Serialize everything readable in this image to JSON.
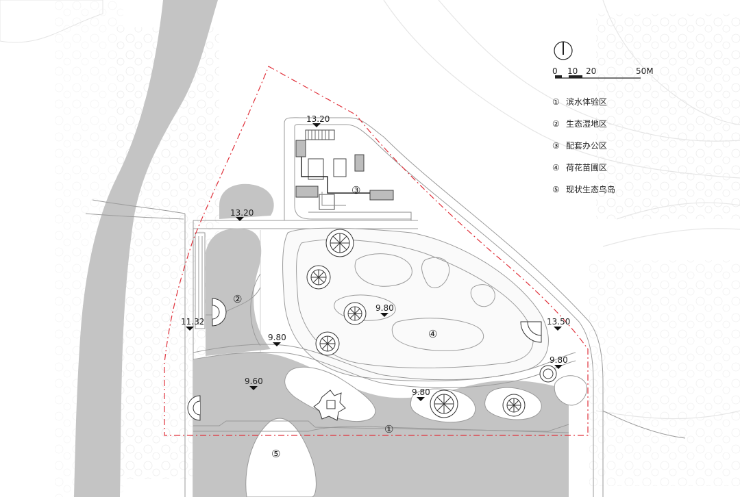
{
  "scale_bar": {
    "ticks": [
      "0",
      "10",
      "20",
      "50M"
    ]
  },
  "legend": [
    {
      "marker": "①",
      "label": "滨水体验区"
    },
    {
      "marker": "②",
      "label": "生态湿地区"
    },
    {
      "marker": "③",
      "label": "配套办公区"
    },
    {
      "marker": "④",
      "label": "荷花苗圃区"
    },
    {
      "marker": "⑤",
      "label": "现状生态鸟岛"
    }
  ],
  "zone_markers": {
    "z1": "①",
    "z2": "②",
    "z3": "③",
    "z4": "④",
    "z5": "⑤"
  },
  "elevations": {
    "e1": "13.20",
    "e2": "13.20",
    "e3": "11.32",
    "e4": "9.80",
    "e5": "9.80",
    "e6": "13.50",
    "e7": "9.80",
    "e8": "9.60",
    "e9": "9.80"
  },
  "colors": {
    "water": "#c4c4c4",
    "boundary": "#e0303a",
    "line": "#9a9a9a",
    "building": "#bdbdbd"
  }
}
